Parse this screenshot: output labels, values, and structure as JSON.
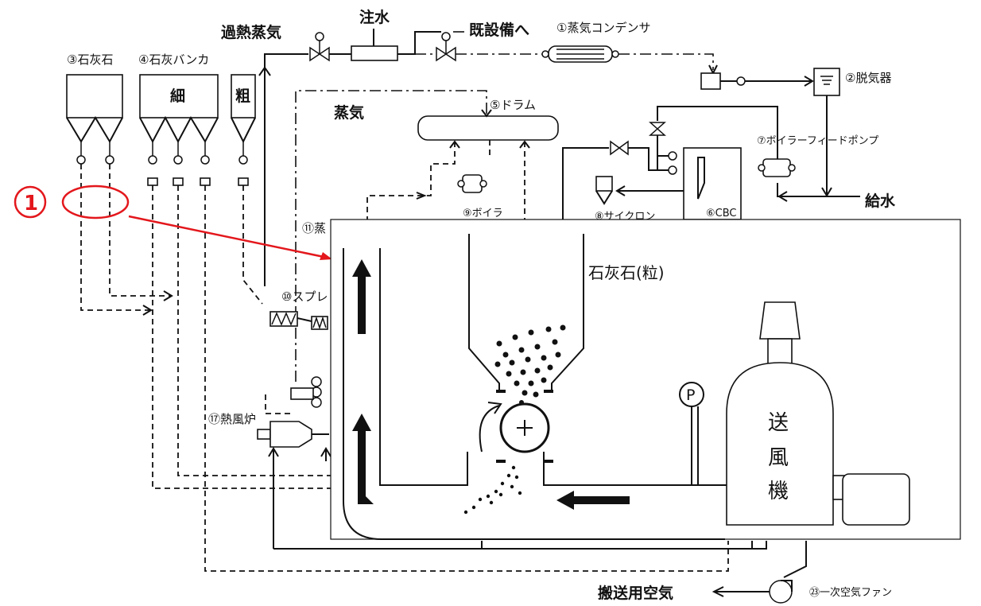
{
  "labels": {
    "superheated_steam": "過熱蒸気",
    "water_injection": "注水",
    "to_existing": "既設備へ",
    "steam_condenser": "①蒸気コンデンサ",
    "deaerator": "②脱気器",
    "limestone": "③石灰石",
    "lime_bunker": "④石灰バンカ",
    "fine": "細",
    "coarse": "粗",
    "drum": "⑤ドラム",
    "steam": "蒸気",
    "boiler_feed_pump": "⑦ボイラーフィードポンプ",
    "feed_water": "給水",
    "boiler": "⑨ボイラ",
    "cyclone": "⑧サイクロン",
    "cbc": "⑥CBC",
    "steam_11": "⑪蒸",
    "spray": "⑩スプレ",
    "hot_air_furnace": "⑰熱風炉",
    "transport_air": "搬送用空気",
    "primary_air_fan": "㉓一次空気ファン"
  },
  "callout": {
    "number": "1"
  },
  "inset": {
    "limestone_grain": "石灰石(粒)",
    "pressure_gauge": "P",
    "blower_chars": [
      "送",
      "風",
      "機"
    ]
  },
  "colors": {
    "line": "#111111",
    "callout": "#e3171c",
    "background": "#ffffff"
  }
}
